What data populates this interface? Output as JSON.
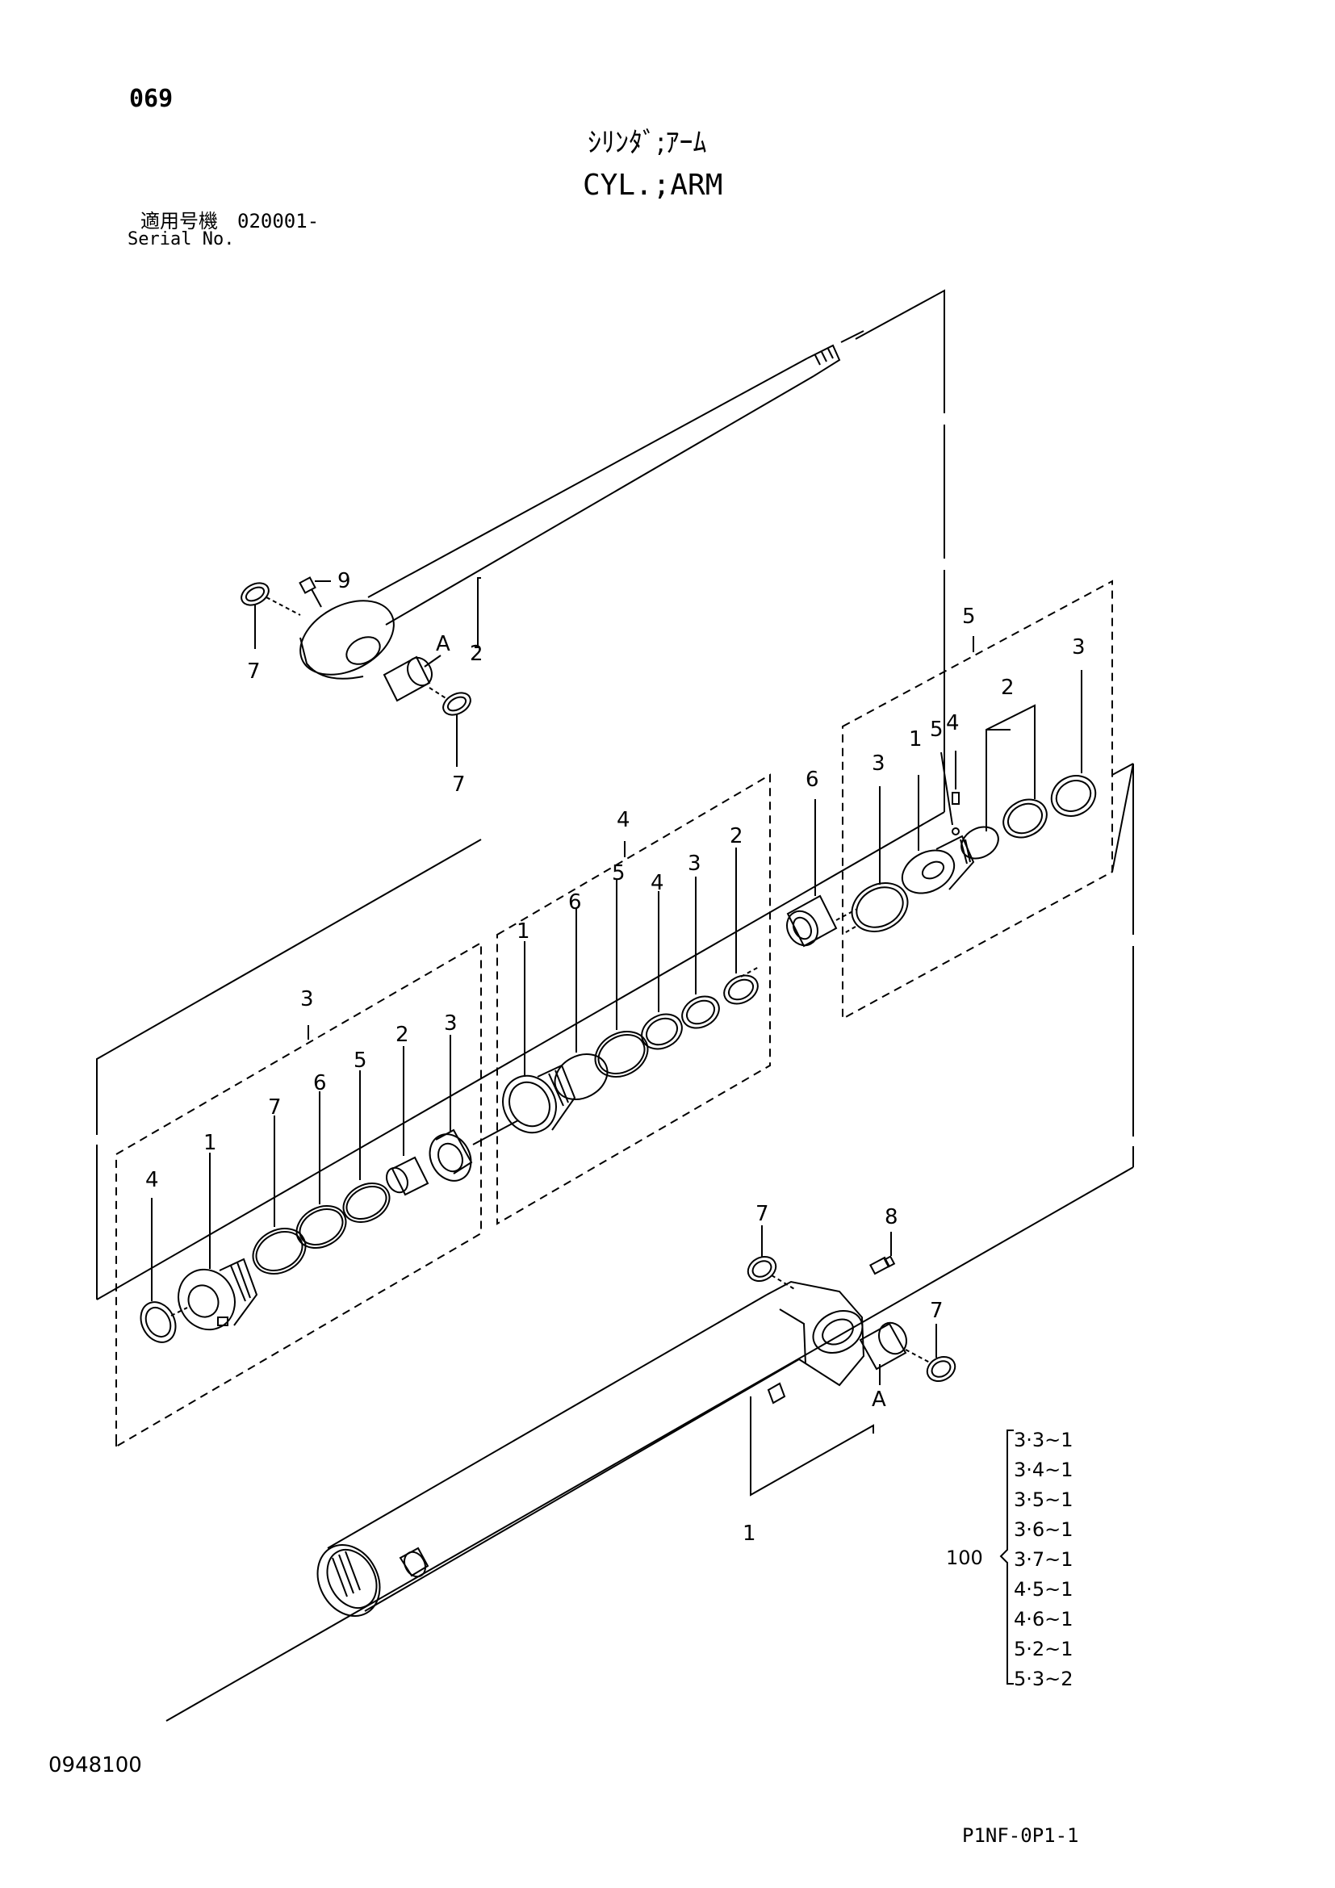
{
  "header": {
    "page_no": "069",
    "title_jp": "ｼﾘﾝﾀﾞ;ｱｰﾑ",
    "title_en": "CYL.;ARM",
    "serial_jp": "適用号機　020001-",
    "serial_en": "Serial No."
  },
  "footer": {
    "figure_no": "0948100",
    "ref_code": "P1NF-0P1-1"
  },
  "callouts": {
    "rod_bolt": "9",
    "rod_ring_left": "7",
    "rod_bushing": "A",
    "rod": "2",
    "rod_ring_right": "7",
    "group5": "5",
    "g5_backup": "3",
    "g5_ring_pair": "2",
    "g5_piston": "1",
    "g5_ball": "5",
    "g5_screw": "4",
    "g5_left_ring": "3",
    "bushing6": "6",
    "group4": "4",
    "g4_ring_a": "2",
    "g4_ring_b": "3",
    "g4_ring_c": "4",
    "g4_ring_d": "5",
    "g4_ring_e": "6",
    "g4_body": "1",
    "group3": "3",
    "g3_seal": "3",
    "g3_bushing": "2",
    "g3_ring5": "5",
    "g3_ring6": "6",
    "g3_ring7": "7",
    "g3_head": "1",
    "g3_wiper": "4",
    "tube_ring": "7",
    "tube_fitting": "8",
    "tube_ring_right": "7",
    "tube_bushing": "A",
    "tube": "1"
  },
  "kit": {
    "label": "100",
    "items": [
      "3·3~1",
      "3·4~1",
      "3·5~1",
      "3·6~1",
      "3·7~1",
      "4·5~1",
      "4·6~1",
      "5·2~1",
      "5·3~2"
    ]
  }
}
